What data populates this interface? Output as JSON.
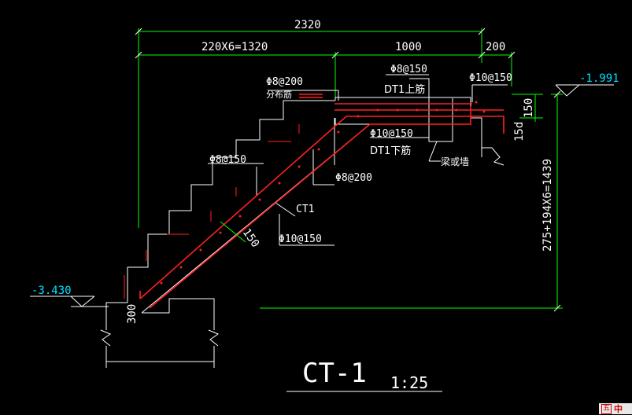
{
  "colors": {
    "background": "#000000",
    "dimension": "#00ff00",
    "outline": "#ffffff",
    "rebar": "#ff2020",
    "elevation": "#00e0ff",
    "ime": "#cc0000"
  },
  "dimensions": {
    "total_width": "2320",
    "steps_width": "220X6=1320",
    "landing_width": "1000",
    "end_width": "200",
    "height": "275+194X6=1439",
    "landing_thk": "150",
    "anchor": "15d",
    "slab_thk": "150",
    "bottom_thk": "300"
  },
  "annotations": {
    "dist_bar": "Φ8@200",
    "dist_bar_note": "分布筋",
    "top_bar": "Φ8@150",
    "dt1_top": "DT1上筋",
    "end_bar": "Φ10@150",
    "bottom_bar": "Φ10@150",
    "dt1_bottom": "DT1下筋",
    "step_bar": "Φ8@150",
    "stirrup_bar": "Φ8@200",
    "beam_wall": "梁或墙",
    "member": "CT1",
    "slab_bar": "Φ10@150"
  },
  "elevations": {
    "top": "-1.991",
    "bottom": "-3.430"
  },
  "title": {
    "name": "CT-1",
    "scale": "1:25"
  },
  "ime": {
    "icon": "五",
    "label": "中"
  }
}
